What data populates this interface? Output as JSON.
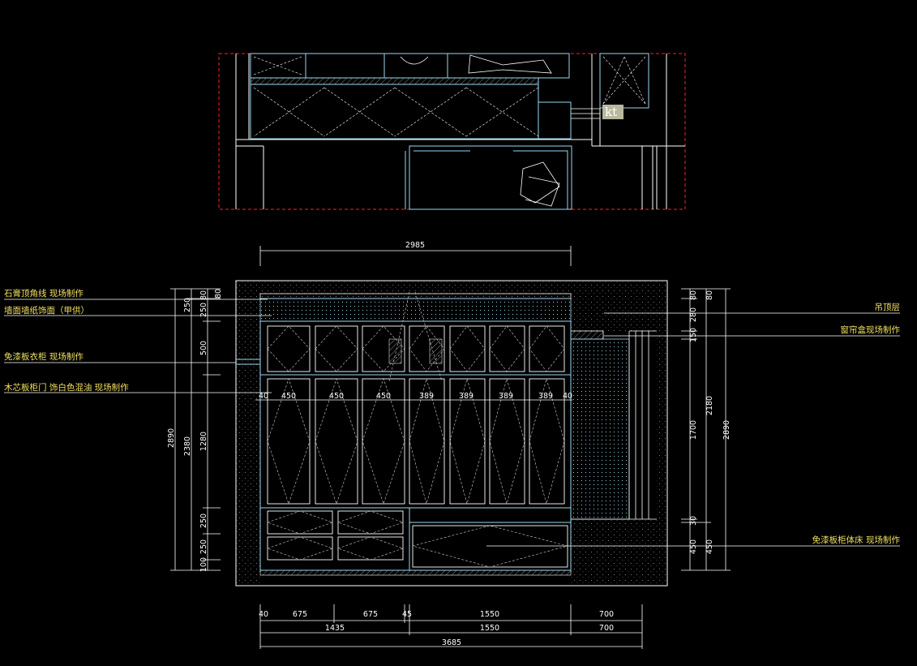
{
  "drawing": {
    "tag": "kt",
    "labels": [
      "石膏顶角线 现场制作",
      "墙面墙纸饰面（甲供）",
      "免漆板衣柜 现场制作",
      "木芯板柜门 饰白色混油 现场制作",
      "吊顶层",
      "窗帘盒现场制作",
      "免漆板柜体床 现场制作"
    ],
    "top_width": "2985",
    "cabinet_row": [
      "40",
      "450",
      "450",
      "450",
      "389",
      "389",
      "389",
      "389",
      "40"
    ],
    "bottom_row1": [
      "40",
      "675",
      "675",
      "45",
      "1550",
      "700"
    ],
    "bottom_row2": [
      "1435",
      "1550",
      "700"
    ],
    "bottom_total": "3685",
    "left_dims": [
      "80",
      "250",
      "250",
      "80",
      "500",
      "1280",
      "250",
      "250",
      "100",
      "2380",
      "2890"
    ],
    "right_dims": [
      "80",
      "80",
      "280",
      "150",
      "1700",
      "30",
      "450",
      "450",
      "2180",
      "2890"
    ]
  },
  "colors": {
    "background": "#000000",
    "outline": "#ffffff",
    "cabinet": "#9ad7f0",
    "annotation": "#f0e060",
    "plan_border": "#ff2020"
  }
}
